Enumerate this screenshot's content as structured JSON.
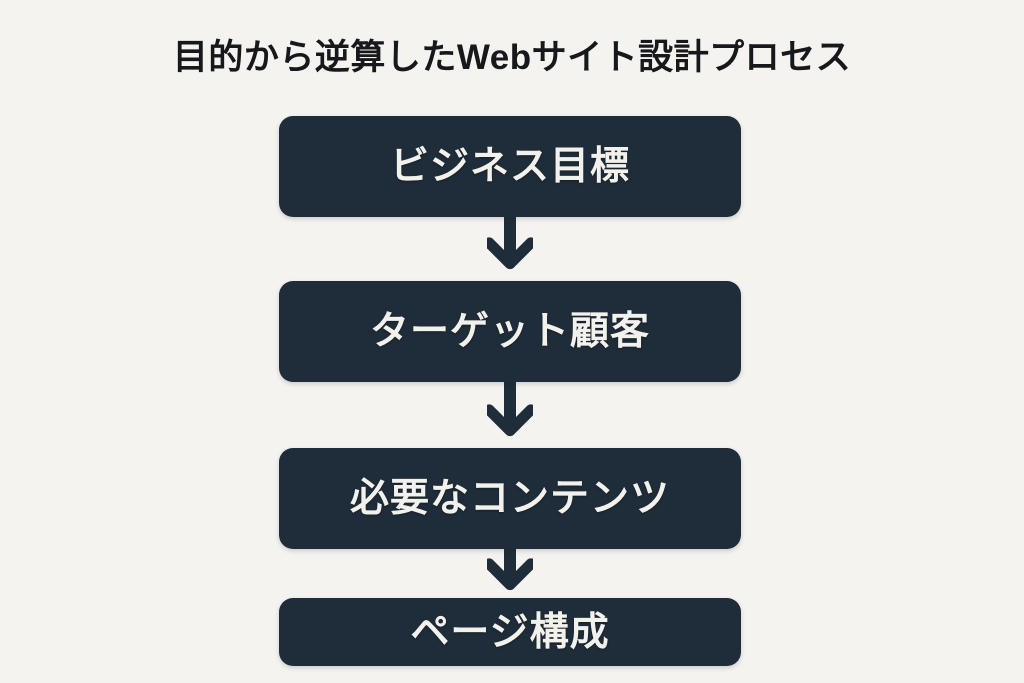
{
  "diagram": {
    "title": "目的から逆算したWebサイト設計プロセス",
    "type": "vertical-flowchart",
    "background_color": "#f4f3ef",
    "node_color": "#1f2d3a",
    "node_text_color": "#f3f1ec",
    "title_color": "#16181b",
    "arrow_color": "#1f2d3a",
    "steps": [
      {
        "order": "1",
        "label": "ビジネス目標"
      },
      {
        "order": "2",
        "label": "ターゲット顧客"
      },
      {
        "order": "3",
        "label": "必要なコンテンツ"
      },
      {
        "order": "4",
        "label": "ページ構成"
      }
    ],
    "connectors": [
      {
        "from": "ビジネス目標",
        "to": "ターゲット顧客",
        "glyph": "down-arrow"
      },
      {
        "from": "ターゲット顧客",
        "to": "必要なコンテンツ",
        "glyph": "down-arrow"
      },
      {
        "from": "必要なコンテンツ",
        "to": "ページ構成",
        "glyph": "down-arrow"
      }
    ]
  }
}
